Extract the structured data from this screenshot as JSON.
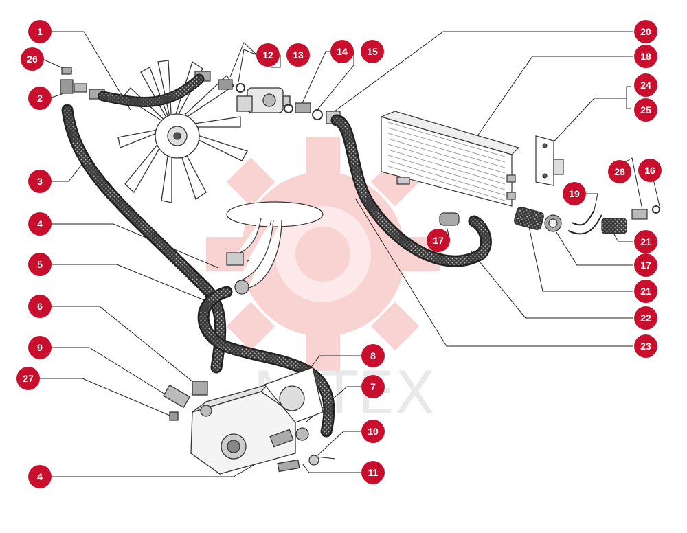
{
  "watermark": {
    "text": "MITEX",
    "color": "#f9d2d2"
  },
  "callout_color": "#c8102e",
  "callouts": [
    "1",
    "26",
    "2",
    "3",
    "4",
    "5",
    "6",
    "9",
    "27",
    "4",
    "12",
    "13",
    "14",
    "15",
    "20",
    "18",
    "24",
    "25",
    "28",
    "16",
    "19",
    "17",
    "21",
    "17",
    "21",
    "22",
    "23",
    "8",
    "7",
    "10",
    "11"
  ]
}
